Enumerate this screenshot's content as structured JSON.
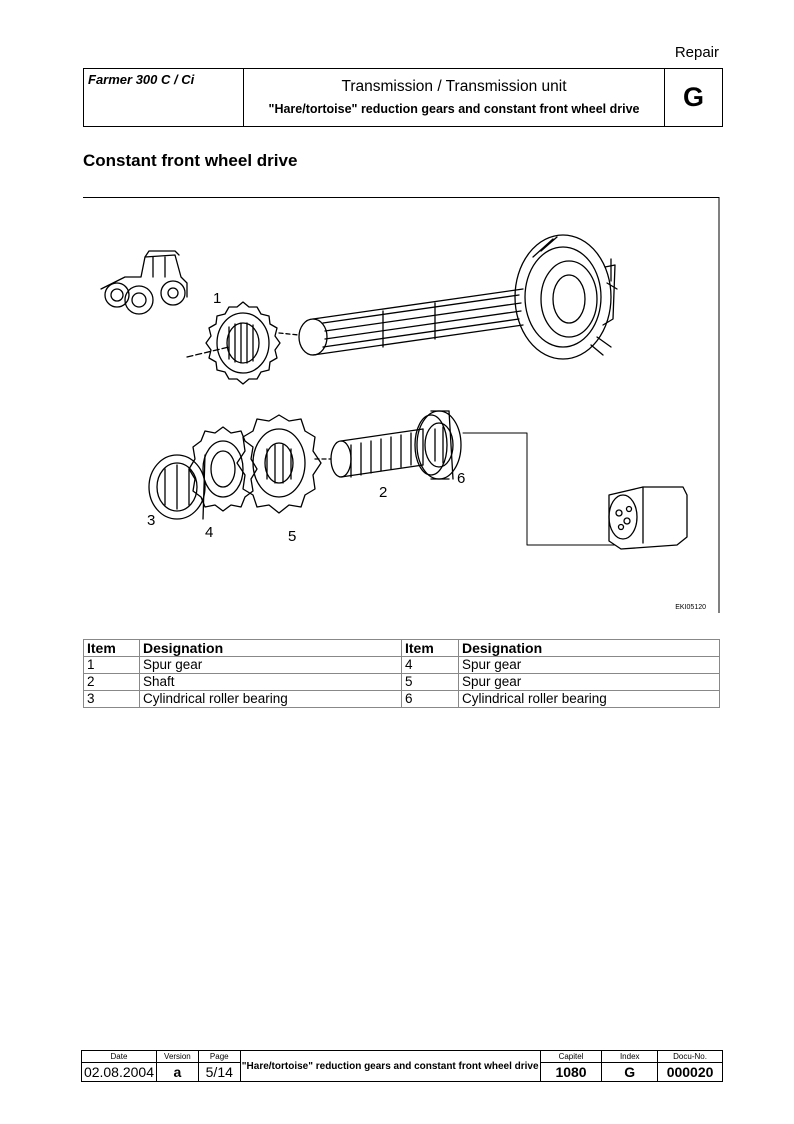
{
  "page": {
    "section_label": "Repair"
  },
  "header": {
    "model": "Farmer 300 C / Ci",
    "title": "Transmission / Transmission unit",
    "subtitle": "\"Hare/tortoise\" reduction gears and constant front wheel drive",
    "index": "G"
  },
  "section": {
    "title": "Constant front wheel drive"
  },
  "figure": {
    "code": "EKI05120",
    "callouts": [
      "1",
      "2",
      "3",
      "4",
      "5",
      "6"
    ]
  },
  "items_table": {
    "headers": [
      "Item",
      "Designation",
      "Item",
      "Designation"
    ],
    "rows": [
      [
        "1",
        "Spur gear",
        "4",
        "Spur gear"
      ],
      [
        "2",
        "Shaft",
        "5",
        "Spur gear"
      ],
      [
        "3",
        "Cylindrical roller bearing",
        "6",
        "Cylindrical roller bearing"
      ]
    ]
  },
  "footer": {
    "labels": {
      "date": "Date",
      "version": "Version",
      "page": "Page",
      "capitel": "Capitel",
      "index": "Index",
      "docu": "Docu-No."
    },
    "values": {
      "date": "02.08.2004",
      "version": "a",
      "page": "5/14",
      "description": "\"Hare/tortoise\" reduction gears and constant front wheel drive",
      "capitel": "1080",
      "index": "G",
      "docu": "000020"
    }
  }
}
